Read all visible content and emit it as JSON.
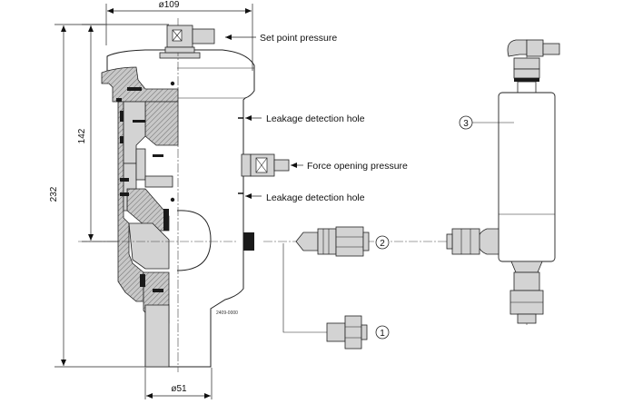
{
  "dimensions": {
    "top_diameter": "ø109",
    "bottom_diameter": "ø51",
    "overall_height": "232",
    "upper_height": "142"
  },
  "callouts": {
    "set_point_pressure": "Set point pressure",
    "leakage_hole_upper": "Leakage detection hole",
    "force_opening_pressure": "Force opening pressure",
    "leakage_hole_lower": "Leakage detection hole"
  },
  "drawing_number": "2409-0000",
  "item_numbers": {
    "item_1": "1",
    "item_2": "2",
    "item_3": "3"
  }
}
